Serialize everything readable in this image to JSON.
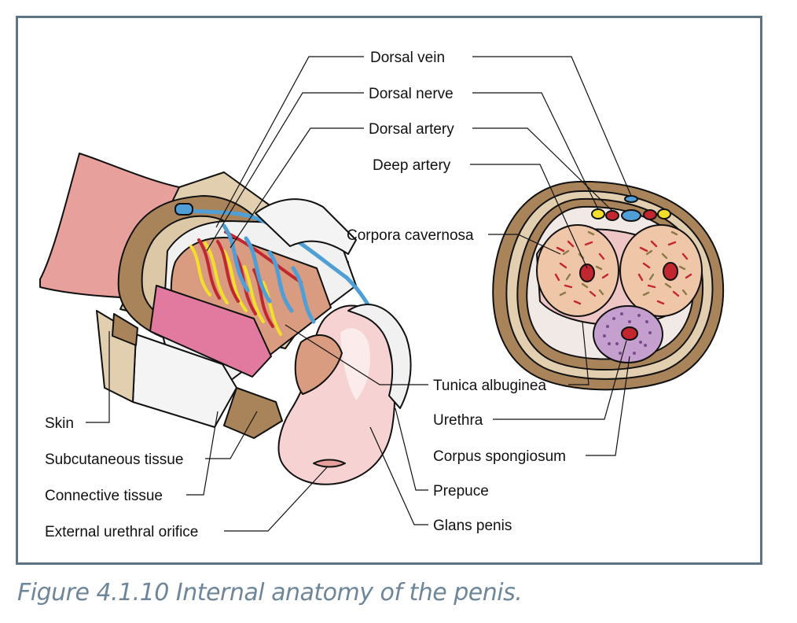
{
  "labels": {
    "dorsal_vein": "Dorsal vein",
    "dorsal_nerve": "Dorsal nerve",
    "dorsal_artery": "Dorsal artery",
    "deep_artery": "Deep artery",
    "corpora_cavernosa": "Corpora cavernosa",
    "tunica_albuginea": "Tunica albuginea",
    "urethra": "Urethra",
    "corpus_spongiosum": "Corpus spongiosum",
    "prepuce": "Prepuce",
    "glans_penis": "Glans penis",
    "skin": "Skin",
    "subcutaneous_tissue": "Subcutaneous tissue",
    "connective_tissue": "Connective tissue",
    "external_urethral_orifice": "External urethral orifice"
  },
  "caption": "Figure 4.1.10 Internal anatomy of the penis.",
  "colors": {
    "frame_border": "#5d7486",
    "caption": "#6d8699",
    "skin": "#e8a09c",
    "subcutaneous": "#e2cfb0",
    "connective": "#a9835a",
    "vein": "#4f9fd6",
    "artery": "#c2262e",
    "nerve": "#f2df2a",
    "erectile_tissue": "#f0c6a8",
    "spongiosum": "#c5a0cf",
    "glans": "#f6d2d2"
  }
}
